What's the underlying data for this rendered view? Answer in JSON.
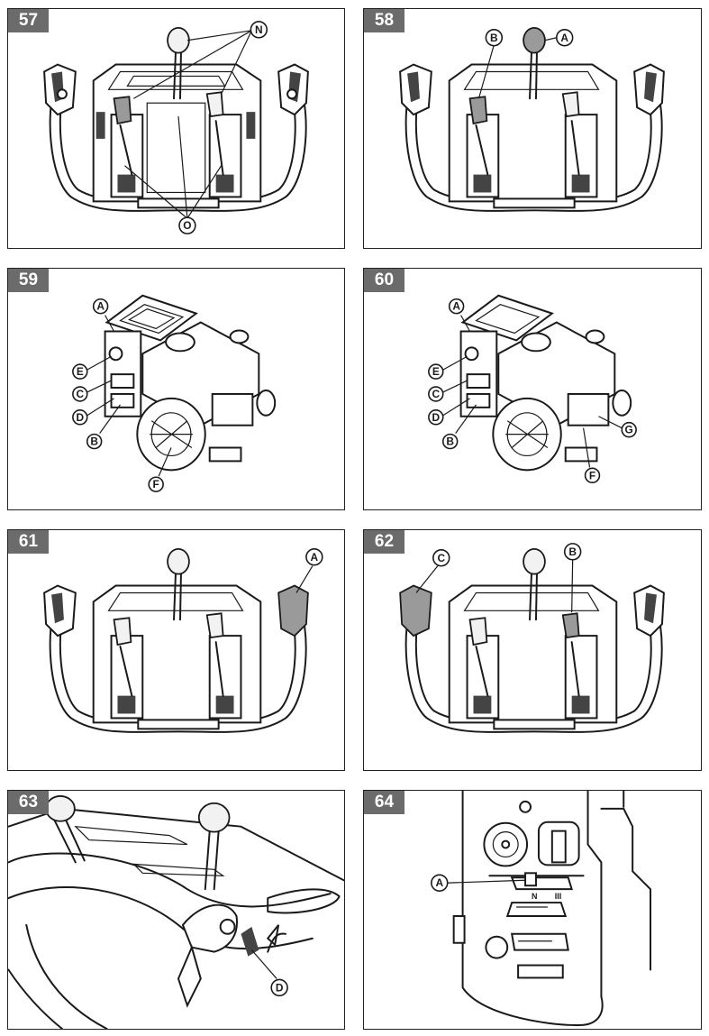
{
  "panels": [
    {
      "id": "57",
      "callouts": [
        "N",
        "O"
      ]
    },
    {
      "id": "58",
      "callouts": [
        "B",
        "A"
      ]
    },
    {
      "id": "59",
      "callouts": [
        "A",
        "E",
        "C",
        "D",
        "B",
        "F"
      ]
    },
    {
      "id": "60",
      "callouts": [
        "A",
        "E",
        "C",
        "D",
        "B",
        "G",
        "F"
      ]
    },
    {
      "id": "61",
      "callouts": [
        "A"
      ]
    },
    {
      "id": "62",
      "callouts": [
        "C",
        "B"
      ]
    },
    {
      "id": "63",
      "callouts": [
        "D"
      ]
    },
    {
      "id": "64",
      "callouts": [
        "A"
      ],
      "panel_text": "N",
      "panel_text2": "III"
    }
  ]
}
